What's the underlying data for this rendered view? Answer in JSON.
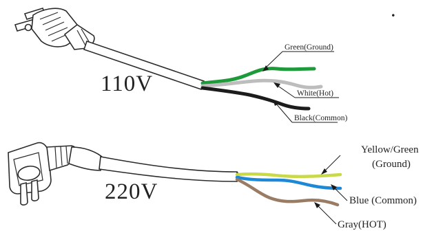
{
  "top_cord": {
    "voltage": "110V",
    "wires": [
      {
        "label": "Green(Ground)",
        "color": "#1f9a3a"
      },
      {
        "label": "White(Hot)",
        "color": "#bdbdbd"
      },
      {
        "label": "Black(Common)",
        "color": "#1c1c1c"
      }
    ]
  },
  "bottom_cord": {
    "voltage": "220V",
    "wires": [
      {
        "label_line1": "Yellow/Green",
        "label_line2": "(Ground)",
        "color": "#c9d948"
      },
      {
        "label": "Blue (Common)",
        "color": "#1e88d6"
      },
      {
        "label": "Gray(HOT)",
        "color": "#9a7c64"
      }
    ]
  },
  "corner_mark": "."
}
